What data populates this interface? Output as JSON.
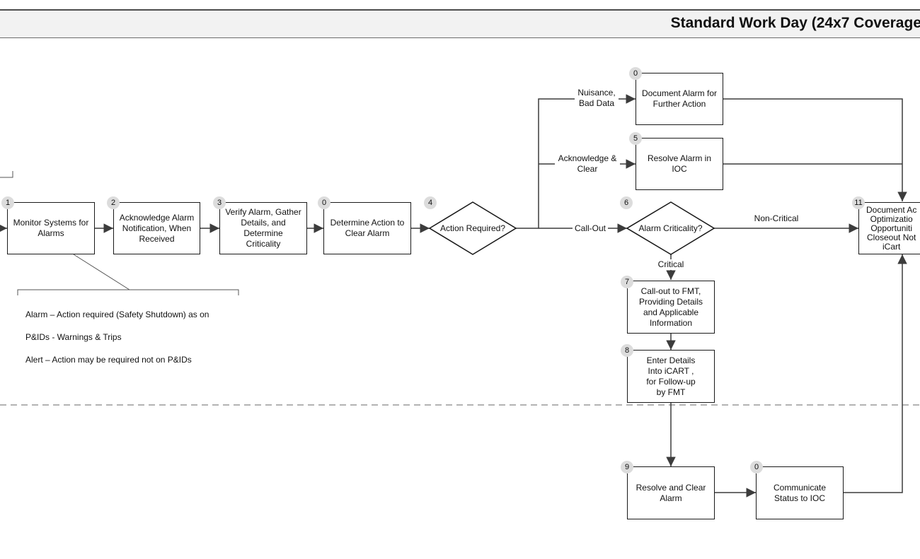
{
  "lane": {
    "title": "Standard Work Day (24x7 Coverage"
  },
  "steps": {
    "monitor": {
      "badge": "1",
      "label": "Monitor Systems for\nAlarms"
    },
    "acknowledge": {
      "badge": "2",
      "label": "Acknowledge Alarm\nNotification, When\nReceived"
    },
    "verify": {
      "badge": "3",
      "label": "Verify Alarm, Gather\nDetails, and\nDetermine\nCriticality"
    },
    "determine": {
      "badge": "0",
      "label": "Determine Action to\nClear Alarm"
    },
    "action_required": {
      "badge": "4",
      "label": "Action Required?"
    },
    "document": {
      "badge": "0",
      "label": "Document Alarm for\nFurther Action"
    },
    "resolve_ioc": {
      "badge": "5",
      "label": "Resolve Alarm in\nIOC"
    },
    "criticality": {
      "badge": "6",
      "label": "Alarm Criticality?"
    },
    "callout": {
      "badge": "7",
      "label": "Call-out to FMT,\nProviding Details\nand Applicable\nInformation"
    },
    "enter_details": {
      "badge": "8",
      "label": "Enter Details\nInto iCART ,\nfor Follow-up\nby FMT"
    },
    "resolve_clear": {
      "badge": "9",
      "label": "Resolve and Clear\nAlarm"
    },
    "communicate": {
      "badge": "0",
      "label": "Communicate\nStatus to IOC"
    },
    "document_actions": {
      "badge": "11",
      "label": "Document Ac\nOptimizatio\nOpportuniti\nCloseout Not\niCart"
    }
  },
  "edge_labels": {
    "nuisance": "Nuisance,\nBad Data",
    "ack_clear": "Acknowledge &\nClear",
    "callout": "Call-Out",
    "non_critical": "Non-Critical",
    "critical": "Critical"
  },
  "annotation": {
    "line1": "Alarm – Action required (Safety Shutdown) as on",
    "line2": "P&IDs - Warnings & Trips",
    "line3": "Alert – Action may be required not on P&IDs"
  }
}
